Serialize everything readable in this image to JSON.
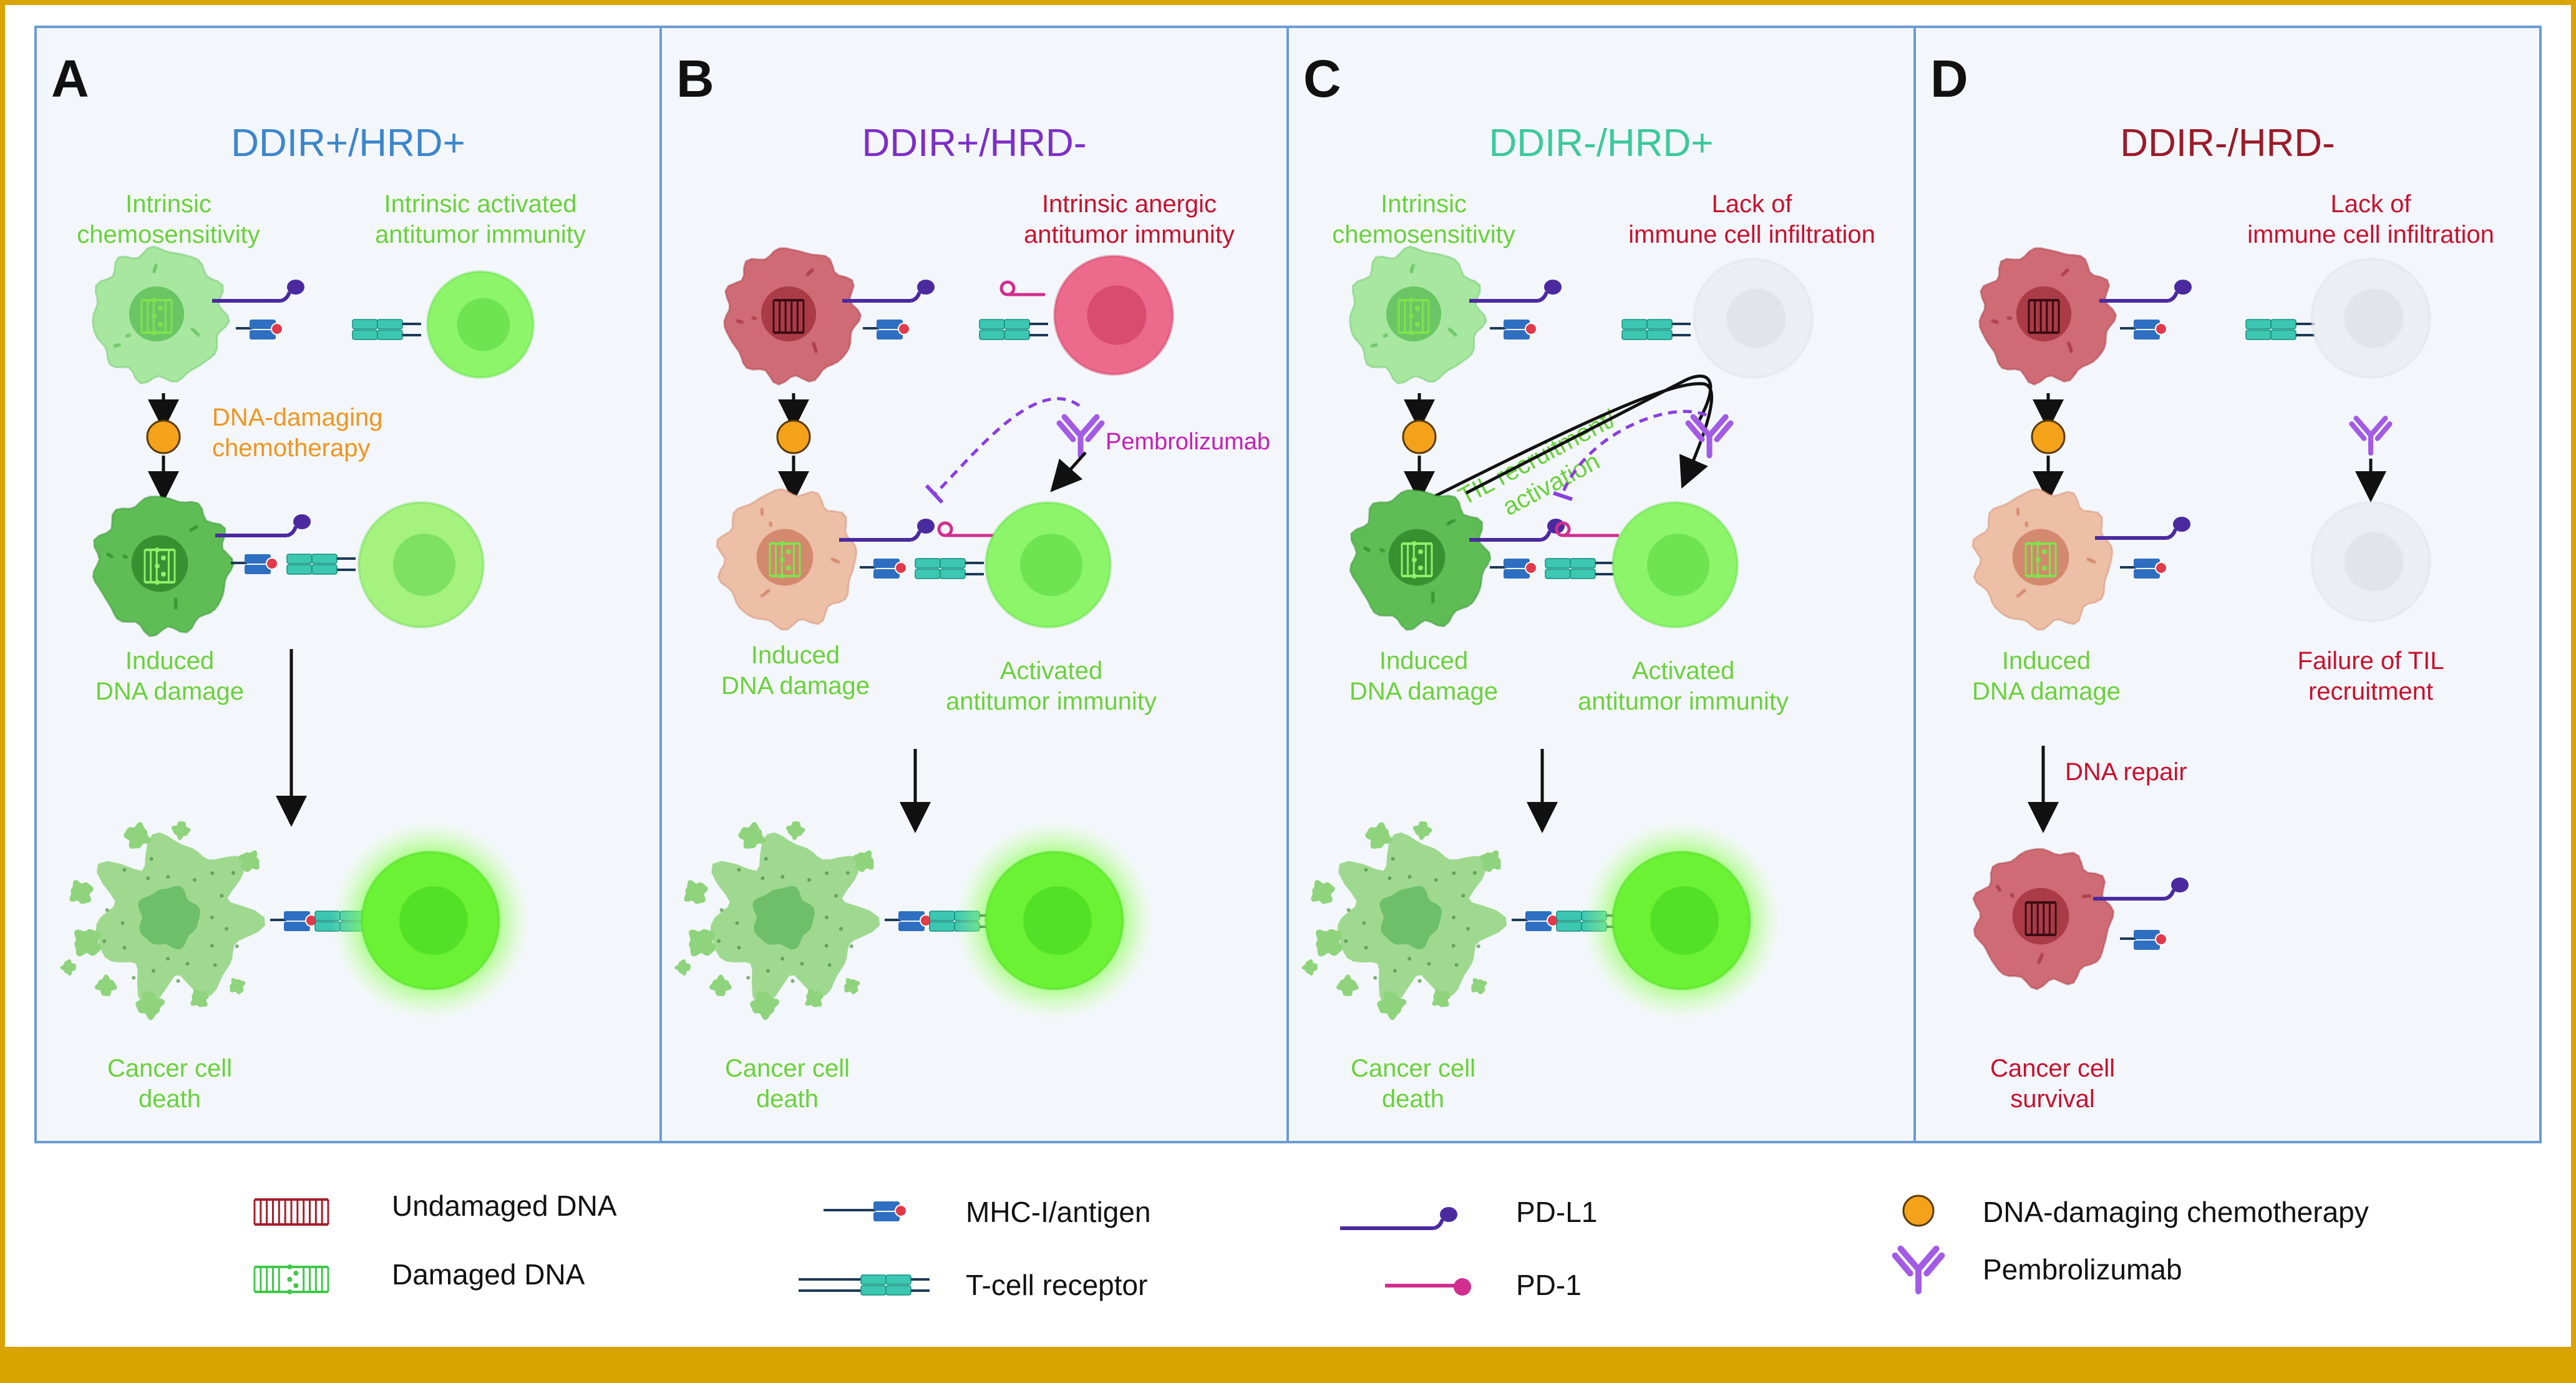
{
  "colors": {
    "frame_gold": "#d9a300",
    "panel_bg": "#f3f7fb",
    "panel_border": "#6b9bd2",
    "green_text": "#6ad13a",
    "orange_text": "#f0951e",
    "red_text": "#c8102e",
    "purple_text": "#7d2fc7",
    "magenta_text": "#c61fb6",
    "blue_title": "#3d86cc",
    "teal_title": "#3cc99a",
    "dark_red_title": "#9b1b2a",
    "pdl1": "#4b2aa0",
    "pd1": "#d02f8f",
    "mhc": "#2e6fc2",
    "tcr": "#3cc7b2",
    "chemo": "#f5a21b",
    "pembro": "#a35be6"
  },
  "icons": [
    "cancer-cell-icon",
    "t-cell-icon",
    "dna-icon",
    "mhc-icon",
    "tcr-icon",
    "pdl1-icon",
    "pd1-icon",
    "chemo-dot-icon",
    "antibody-icon",
    "arrow-icon"
  ],
  "panels": [
    {
      "letter": "A",
      "title": "DDIR+/HRD+",
      "left_header": [
        "Intrinsic",
        "chemosensitivity"
      ],
      "right_header": [
        "Intrinsic activated",
        "antitumor immunity"
      ],
      "treatment": [
        "DNA-damaging",
        "chemotherapy"
      ],
      "mid_left": [
        "Induced",
        "DNA damage"
      ],
      "bottom": [
        "Cancer cell",
        "death"
      ]
    },
    {
      "letter": "B",
      "title": "DDIR+/HRD-",
      "right_header": [
        "Intrinsic anergic",
        "antitumor immunity"
      ],
      "drug": "Pembrolizumab",
      "mid_left": [
        "Induced",
        "DNA damage"
      ],
      "mid_right": [
        "Activated",
        "antitumor immunity"
      ],
      "bottom": [
        "Cancer cell",
        "death"
      ]
    },
    {
      "letter": "C",
      "title": "DDIR-/HRD+",
      "left_header": [
        "Intrinsic",
        "chemosensitivity"
      ],
      "right_header": [
        "Lack of",
        "immune cell infiltration"
      ],
      "til": [
        "TIL recruitment/",
        "activation"
      ],
      "mid_left": [
        "Induced",
        "DNA damage"
      ],
      "mid_right": [
        "Activated",
        "antitumor immunity"
      ],
      "bottom": [
        "Cancer cell",
        "death"
      ]
    },
    {
      "letter": "D",
      "title": "DDIR-/HRD-",
      "right_header": [
        "Lack of",
        "immune cell infiltration"
      ],
      "mid_left": [
        "Induced",
        "DNA damage"
      ],
      "mid_right": [
        "Failure of TIL",
        "recruitment"
      ],
      "repair": "DNA repair",
      "bottom": [
        "Cancer cell",
        "survival"
      ]
    }
  ],
  "legend": {
    "undamaged_dna": "Undamaged DNA",
    "damaged_dna": "Damaged DNA",
    "mhc": "MHC-I/antigen",
    "tcr": "T-cell receptor",
    "pdl1": "PD-L1",
    "pd1": "PD-1",
    "chemo": "DNA-damaging chemotherapy",
    "pembro": "Pembrolizumab"
  }
}
